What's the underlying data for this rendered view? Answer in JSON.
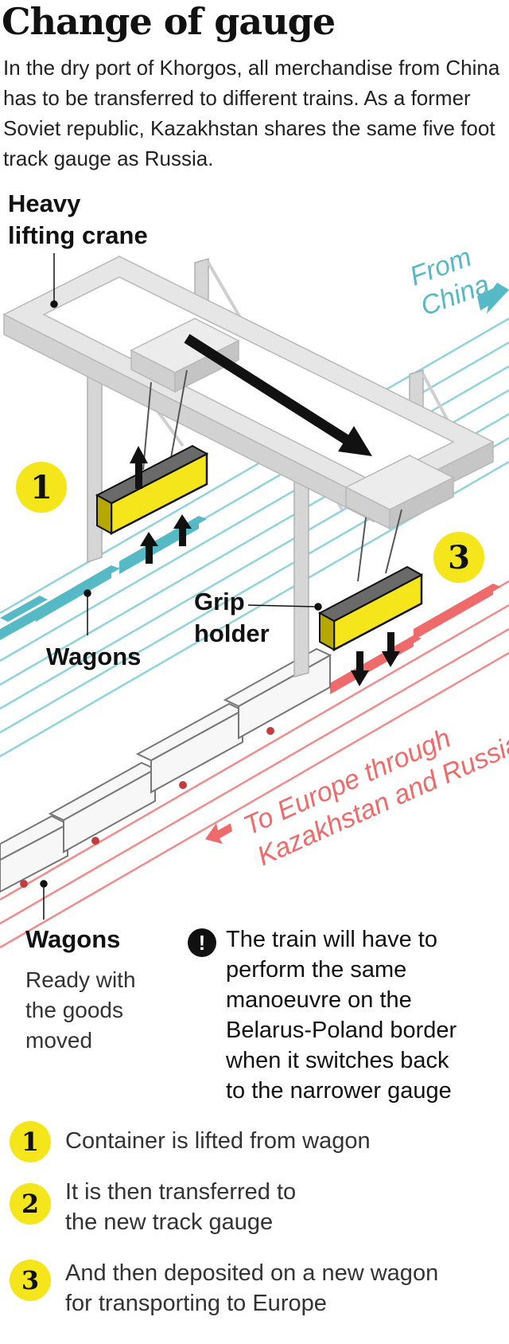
{
  "title": "Change of gauge",
  "intro": "In the dry port of Khorgos, all merchandise from China has to be transferred to different trains. As a former Soviet republic, Kazakhstan shares the same five foot track gauge as Russia.",
  "labels": {
    "crane": [
      "Heavy",
      "lifting crane"
    ],
    "from_china": [
      "From",
      "China"
    ],
    "wagons_top": "Wagons",
    "grip": [
      "Grip",
      "holder"
    ],
    "to_europe": [
      "To Europe through",
      "Kazakhstan and Russia"
    ],
    "wagons_bottom": "Wagons",
    "wagons_bottom_sub": [
      "Ready with",
      "the goods",
      "moved"
    ]
  },
  "badges": {
    "one": "1",
    "three": "3"
  },
  "note": {
    "icon": "!",
    "lines": [
      "The train will have to",
      "perform the same",
      "manoeuvre on the",
      "Belarus-Poland border",
      "when it switches back",
      "to the narrower gauge"
    ]
  },
  "steps": [
    {
      "num": "1",
      "lines": [
        "Container is lifted from wagon"
      ]
    },
    {
      "num": "2",
      "lines": [
        "It is then transferred to",
        "the new track gauge"
      ]
    },
    {
      "num": "3",
      "lines": [
        "And then deposited on a new wagon",
        "for transporting to Europe"
      ]
    }
  ],
  "colors": {
    "accent_yellow": "#f5e51b",
    "china_blue": "#56b9c6",
    "europe_red": "#ef6b6b",
    "crane_grey": "#e3e3e3"
  }
}
